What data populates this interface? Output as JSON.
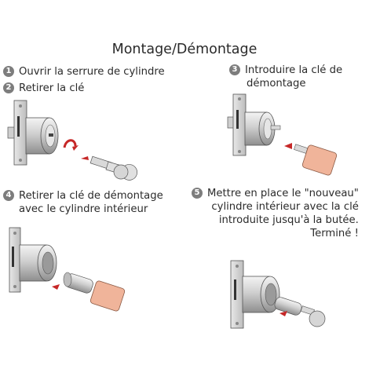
{
  "title": "Montage/Démontage",
  "steps": [
    {
      "num": "1",
      "text": "Ouvrir la serrure de cylindre"
    },
    {
      "num": "2",
      "text": "Retirer la clé"
    },
    {
      "num": "3",
      "line1": "Introduire la clé de",
      "line2": "démontage"
    },
    {
      "num": "4",
      "line1": "Retirer la clé de démontage",
      "line2": "avec le cylindre intérieur"
    },
    {
      "num": "5",
      "line1": "Mettre en place le \"nouveau\"",
      "line2": "cylindre intérieur avec la clé",
      "line3": "introduite jusqu'à la butée.",
      "line4": "Terminé !"
    }
  ],
  "colors": {
    "accent_key": "#f0b49a",
    "arrow": "#c62828",
    "badge": "#7d7d7d"
  },
  "icons": [
    "number-badge",
    "cylinder-lock",
    "key",
    "removal-key",
    "arrow"
  ]
}
